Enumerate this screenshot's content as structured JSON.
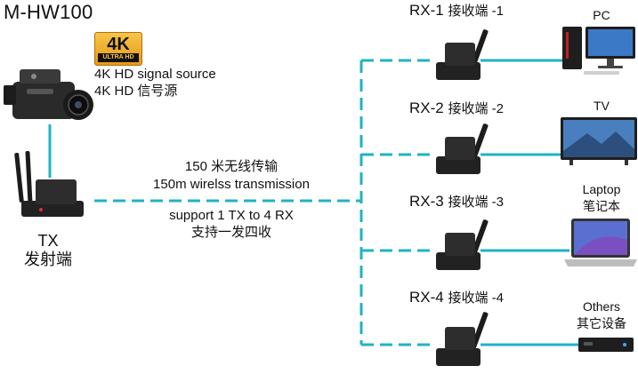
{
  "title": "M-HW100",
  "badge": {
    "main": "4K",
    "sub": "ULTRA HD"
  },
  "source": {
    "line_en": "4K HD signal source",
    "line_cn": "4K HD 信号源"
  },
  "transmitter": {
    "label_en": "TX",
    "label_cn": "发射端"
  },
  "link": {
    "distance_cn": "150 米无线传输",
    "distance_en": "150m wirelss transmission",
    "support_en": "support 1 TX to 4 RX",
    "support_cn": "支持一发四收"
  },
  "receivers": [
    {
      "id": "RX-1",
      "cn": "接收端 -1"
    },
    {
      "id": "RX-2",
      "cn": "接收端 -2"
    },
    {
      "id": "RX-3",
      "cn": "接收端 -3"
    },
    {
      "id": "RX-4",
      "cn": "接收端 -4"
    }
  ],
  "devices": [
    {
      "en": "PC",
      "cn": ""
    },
    {
      "en": "TV",
      "cn": ""
    },
    {
      "en": "Laptop",
      "cn": "笔记本"
    },
    {
      "en": "Others",
      "cn": "其它设备"
    }
  ],
  "colors": {
    "link": "#1fb3c4",
    "device": "#1e1e1e"
  }
}
